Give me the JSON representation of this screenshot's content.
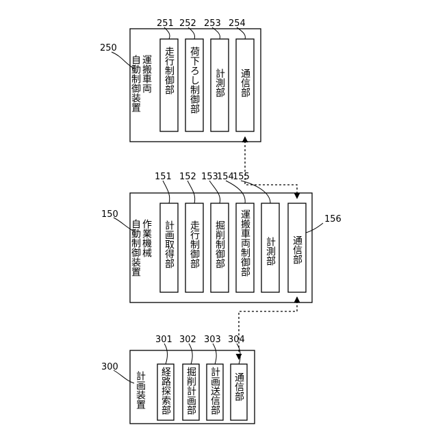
{
  "blocks": {
    "b250": {
      "ref": "250",
      "title_line1": "運搬車両",
      "title_line2": "自動制御装置",
      "units": [
        {
          "ref": "251",
          "label": "走行制御部"
        },
        {
          "ref": "252",
          "label": "荷下ろし制御部"
        },
        {
          "ref": "253",
          "label": "計測部"
        },
        {
          "ref": "254",
          "label": "通信部"
        }
      ]
    },
    "b150": {
      "ref": "150",
      "title_line1": "作業機械",
      "title_line2": "自動制御装置",
      "units": [
        {
          "ref": "151",
          "label": "計画取得部"
        },
        {
          "ref": "152",
          "label": "走行制御部"
        },
        {
          "ref": "153",
          "label": "掘削制御部"
        },
        {
          "ref": "154",
          "label": "運搬車両制御部"
        },
        {
          "ref": "155",
          "label": "計測部"
        },
        {
          "ref": "156",
          "label": "通信部"
        }
      ]
    },
    "b300": {
      "ref": "300",
      "title_line1": "計画装置",
      "units": [
        {
          "ref": "301",
          "label": "経路探索部"
        },
        {
          "ref": "302",
          "label": "掘削計画部"
        },
        {
          "ref": "303",
          "label": "計画送信部"
        },
        {
          "ref": "304",
          "label": "通信部"
        }
      ]
    }
  }
}
